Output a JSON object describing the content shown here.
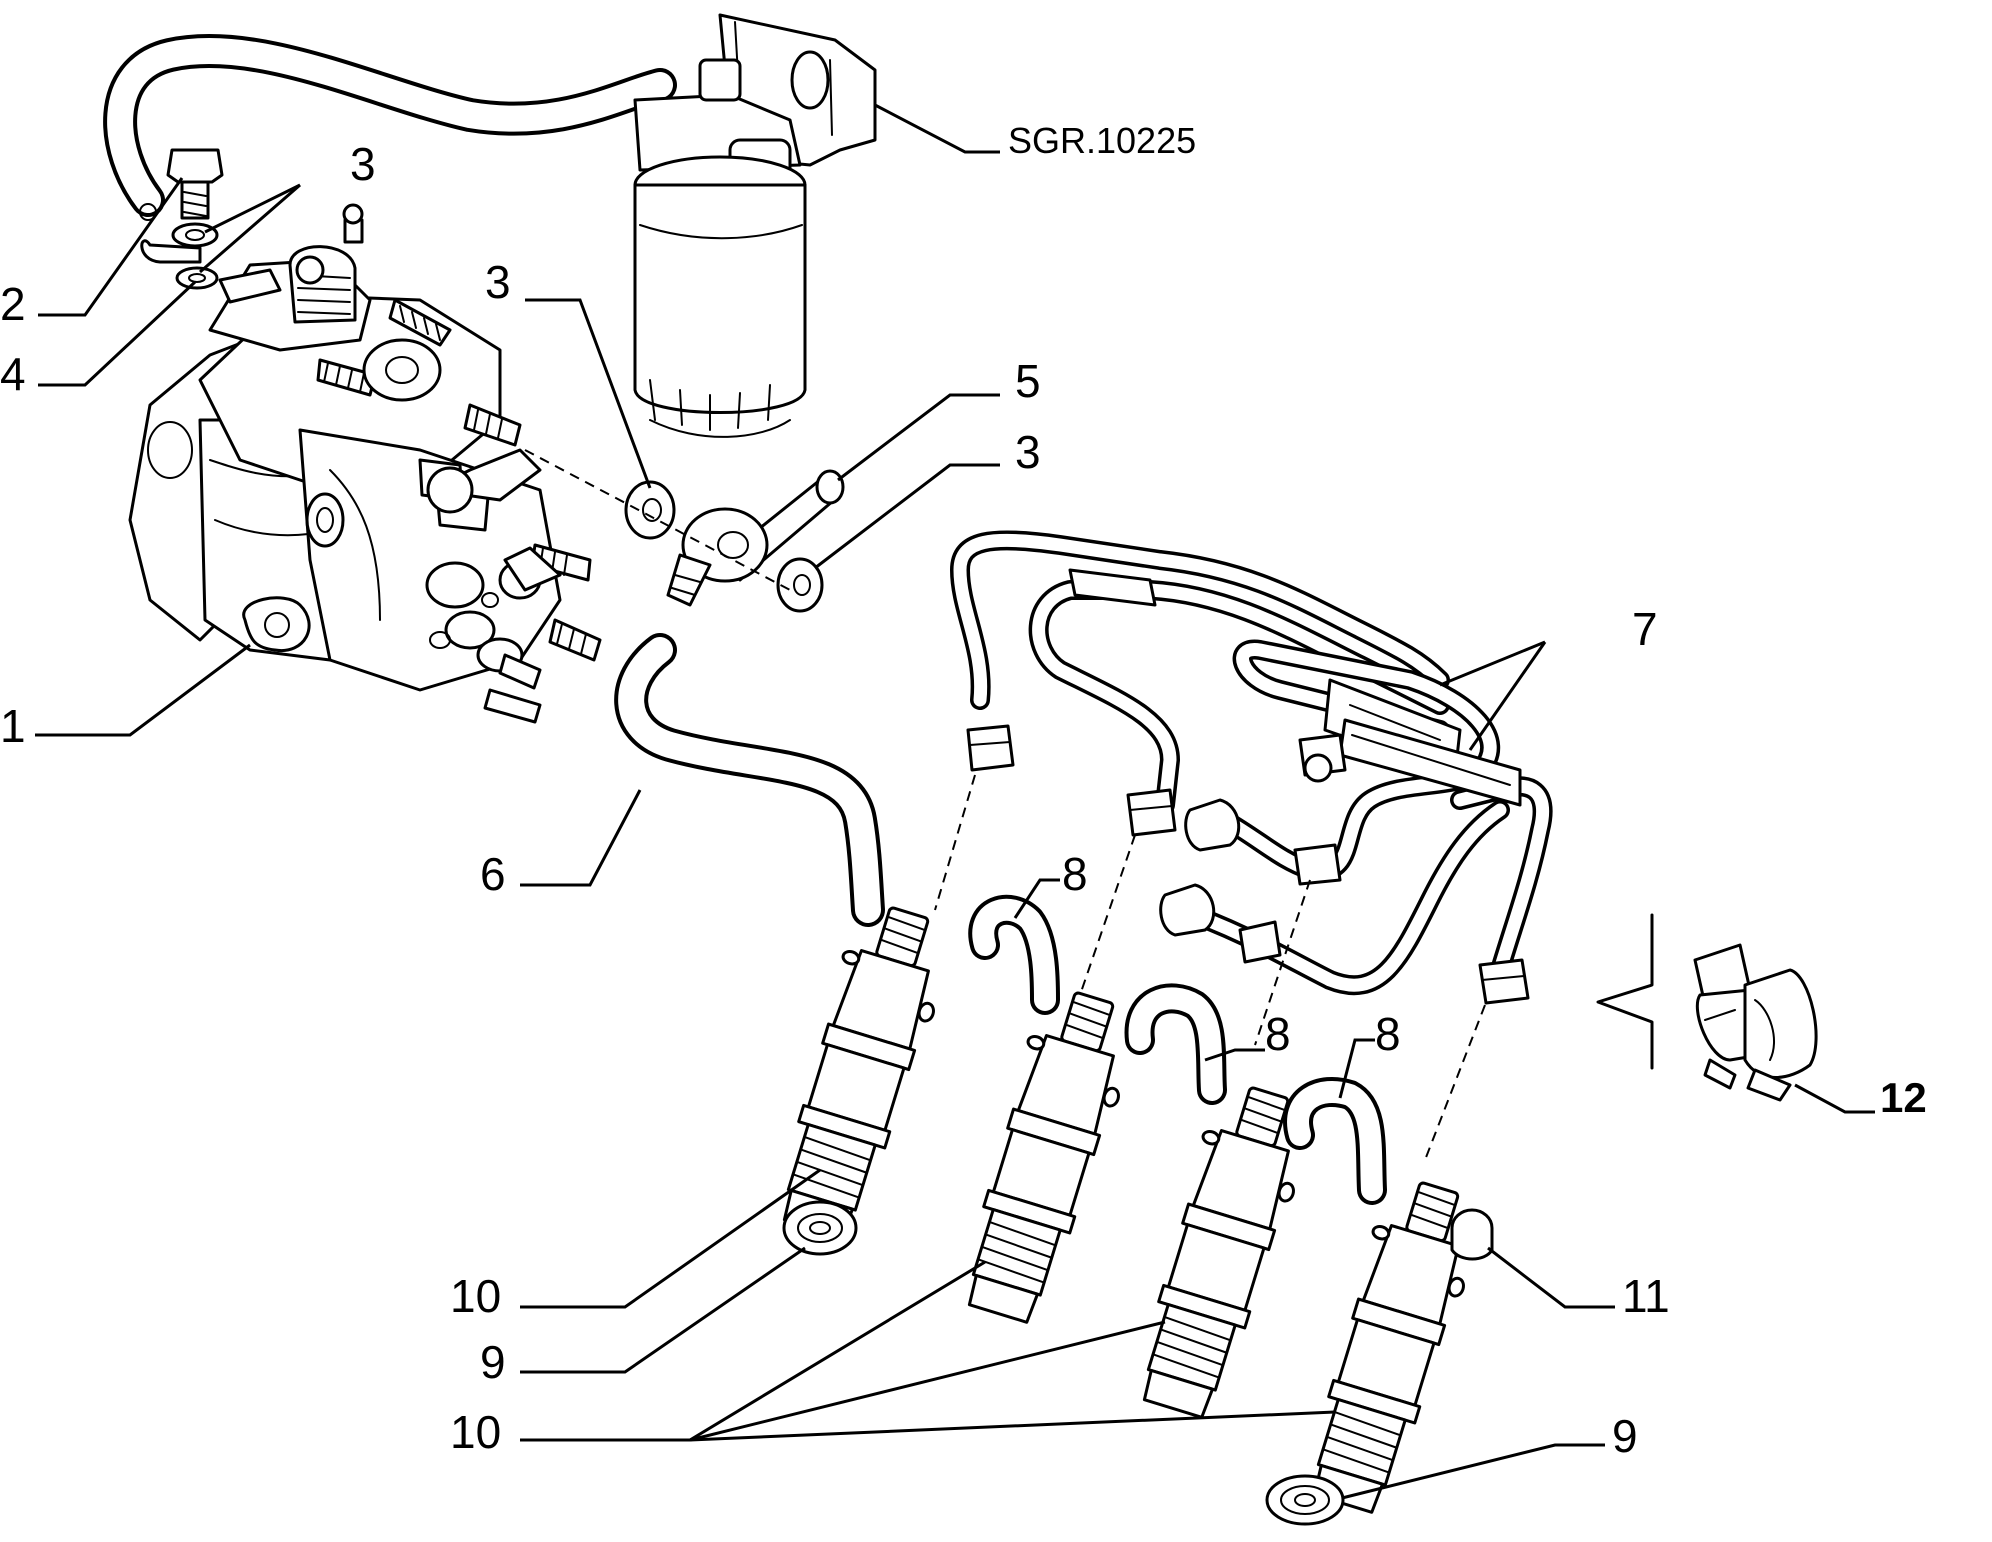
{
  "labels": {
    "ref": "SGR.10225",
    "l1": "1",
    "l2": "2",
    "l3a": "3",
    "l3b": "3",
    "l3c": "3",
    "l4": "4",
    "l5": "5",
    "l6": "6",
    "l7": "7",
    "l8a": "8",
    "l8b": "8",
    "l8c": "8",
    "l9a": "9",
    "l9b": "9",
    "l10a": "10",
    "l10b": "10",
    "l11": "11",
    "l12": "12"
  }
}
